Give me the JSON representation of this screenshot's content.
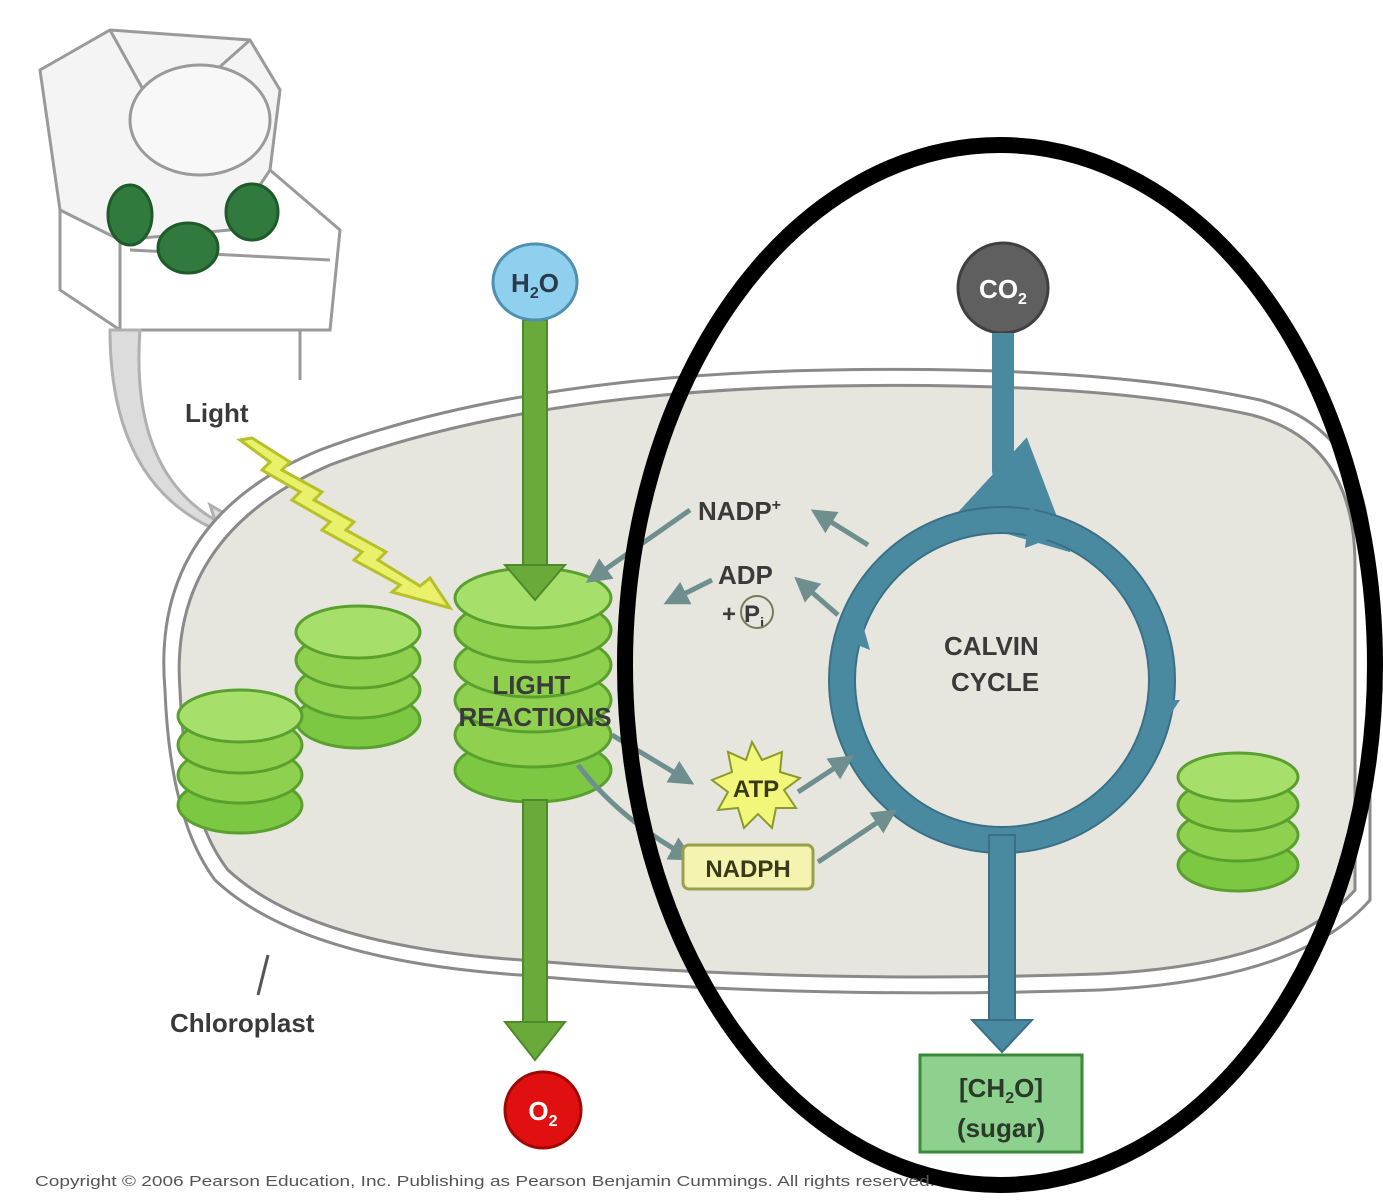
{
  "labels": {
    "light": "Light",
    "chloroplast": "Chloroplast",
    "light_reactions": [
      "LIGHT",
      "REACTIONS"
    ],
    "calvin_cycle": [
      "CALVIN",
      "CYCLE"
    ],
    "nadp_plus": "NADP",
    "nadp_plus_sup": "+",
    "adp": "ADP",
    "plus_pi": "+",
    "pi": "P",
    "pi_sub": "i",
    "atp": "ATP",
    "nadph": "NADPH",
    "h2o": {
      "a": "H",
      "sub": "2",
      "b": "O"
    },
    "co2": {
      "a": "CO",
      "sub": "2"
    },
    "o2": {
      "a": "O",
      "sub": "2"
    },
    "sugar": {
      "a": "[CH",
      "sub": "2",
      "b": "O]",
      "line2": "(sugar)"
    }
  },
  "copyright": "Copyright © 2006 Pearson Education, Inc. Publishing as Pearson Benjamin Cummings. All rights reserved.",
  "colors": {
    "stroma": "#e6e6de",
    "green_dark": "#6aaa3a",
    "green_light": "#8fd14f",
    "teal": "#4a8aa0",
    "h2o_fill": "#8fd0ee",
    "co2_fill": "#5f5f5f",
    "o2_fill": "#e01010",
    "sugar_fill": "#8ed08e",
    "atp_fill": "#f2f77a",
    "light_bolt": "#e9f06a",
    "circle_outline": "#000000"
  }
}
